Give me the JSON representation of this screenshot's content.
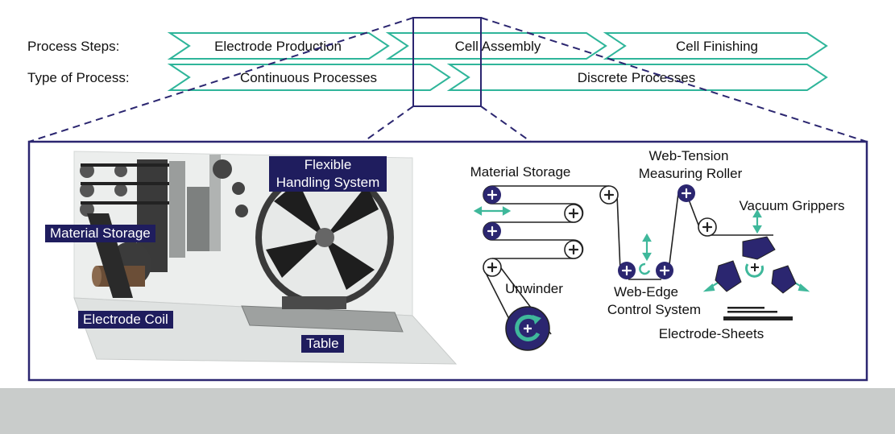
{
  "colors": {
    "chevron": "#2fb59a",
    "frame": "#2b2670",
    "roller_dark": "#2b2670",
    "arrow": "#3fb89b",
    "footer": "#c9cccb"
  },
  "rows": {
    "process_steps_label": "Process Steps:",
    "type_of_process_label": "Type of Process:",
    "steps": [
      "Electrode Production",
      "Cell Assembly",
      "Cell Finishing"
    ],
    "types": [
      "Continuous Processes",
      "Discrete Processes"
    ]
  },
  "photo": {
    "material_storage": "Material Storage",
    "flexible_handling_l1": "Flexible",
    "flexible_handling_l2": "Handling System",
    "electrode_coil": "Electrode Coil",
    "table": "Table"
  },
  "schematic": {
    "material_storage": "Material Storage",
    "web_tension_l1": "Web-Tension",
    "web_tension_l2": "Measuring Roller",
    "vacuum_grippers": "Vacuum Grippers",
    "unwinder": "Unwinder",
    "web_edge_l1": "Web-Edge",
    "web_edge_l2": "Control System",
    "electrode_sheets": "Electrode-Sheets"
  }
}
